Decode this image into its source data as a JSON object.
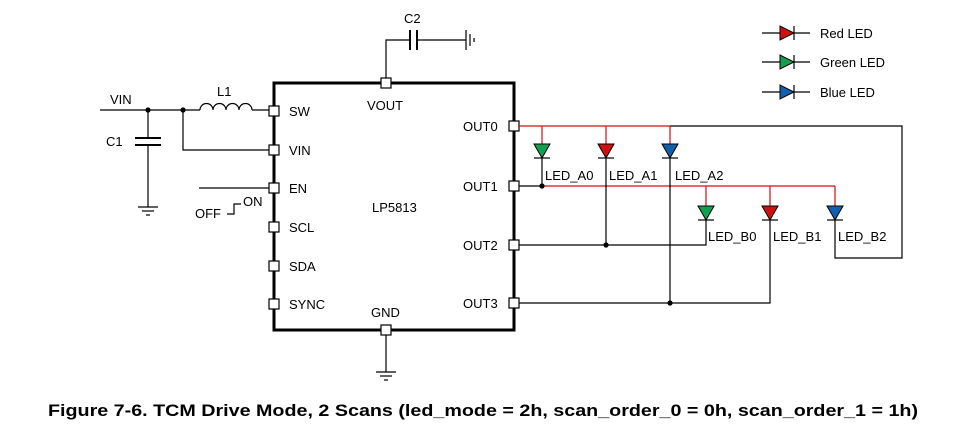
{
  "chip": {
    "name": "LP5813",
    "pins_left": [
      "SW",
      "VIN",
      "EN",
      "SCL",
      "SDA",
      "SYNC"
    ],
    "pins_right": [
      "OUT0",
      "OUT1",
      "OUT2",
      "OUT3"
    ],
    "pin_top": "VOUT",
    "pin_bottom": "GND"
  },
  "components": {
    "input": "VIN",
    "inductor": "L1",
    "cap_in": "C1",
    "cap_out": "C2",
    "switch_off": "OFF",
    "switch_on": "ON"
  },
  "legend": [
    {
      "label": "Red LED",
      "color": "#d01010"
    },
    {
      "label": "Green LED",
      "color": "#10a050"
    },
    {
      "label": "Blue LED",
      "color": "#1060b0"
    }
  ],
  "leds": [
    {
      "label": "LED_A0",
      "color": "#10a050"
    },
    {
      "label": "LED_A1",
      "color": "#d01010"
    },
    {
      "label": "LED_A2",
      "color": "#1060b0"
    },
    {
      "label": "LED_B0",
      "color": "#10a050"
    },
    {
      "label": "LED_B1",
      "color": "#d01010"
    },
    {
      "label": "LED_B2",
      "color": "#1060b0"
    }
  ],
  "caption": "Figure 7-6. TCM Drive Mode, 2 Scans (led_mode = 2h, scan_order_0 = 0h, scan_order_1 = 1h)"
}
